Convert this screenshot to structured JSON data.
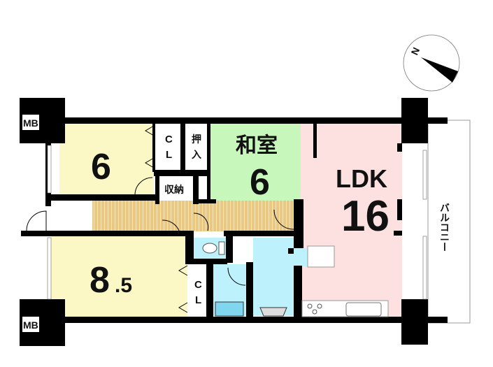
{
  "rooms": {
    "western1": {
      "size": "6"
    },
    "western2": {
      "size": "8",
      "size_decimal": ".5"
    },
    "japanese": {
      "name": "和室",
      "size": "6"
    },
    "ldk": {
      "name": "LDK",
      "size": "16"
    },
    "closet1": {
      "label_1": "C",
      "label_2": "L"
    },
    "closet2": {
      "label_1": "C",
      "label_2": "L"
    },
    "oshiire": {
      "label_1": "押",
      "label_2": "入"
    },
    "storage": {
      "label": "収納"
    },
    "balcony": {
      "label": "バルコニー"
    },
    "mb_top": {
      "label": "MB"
    },
    "mb_bottom": {
      "label": "MB"
    }
  },
  "compass": {
    "label": "N",
    "rotation_deg": -65
  },
  "colors": {
    "western": "#fbf8c6",
    "japanese": "#c8f7bc",
    "ldk": "#fde0e0",
    "wet": "#bdf1fb",
    "hall": "#e8c882",
    "wall": "#000000"
  }
}
